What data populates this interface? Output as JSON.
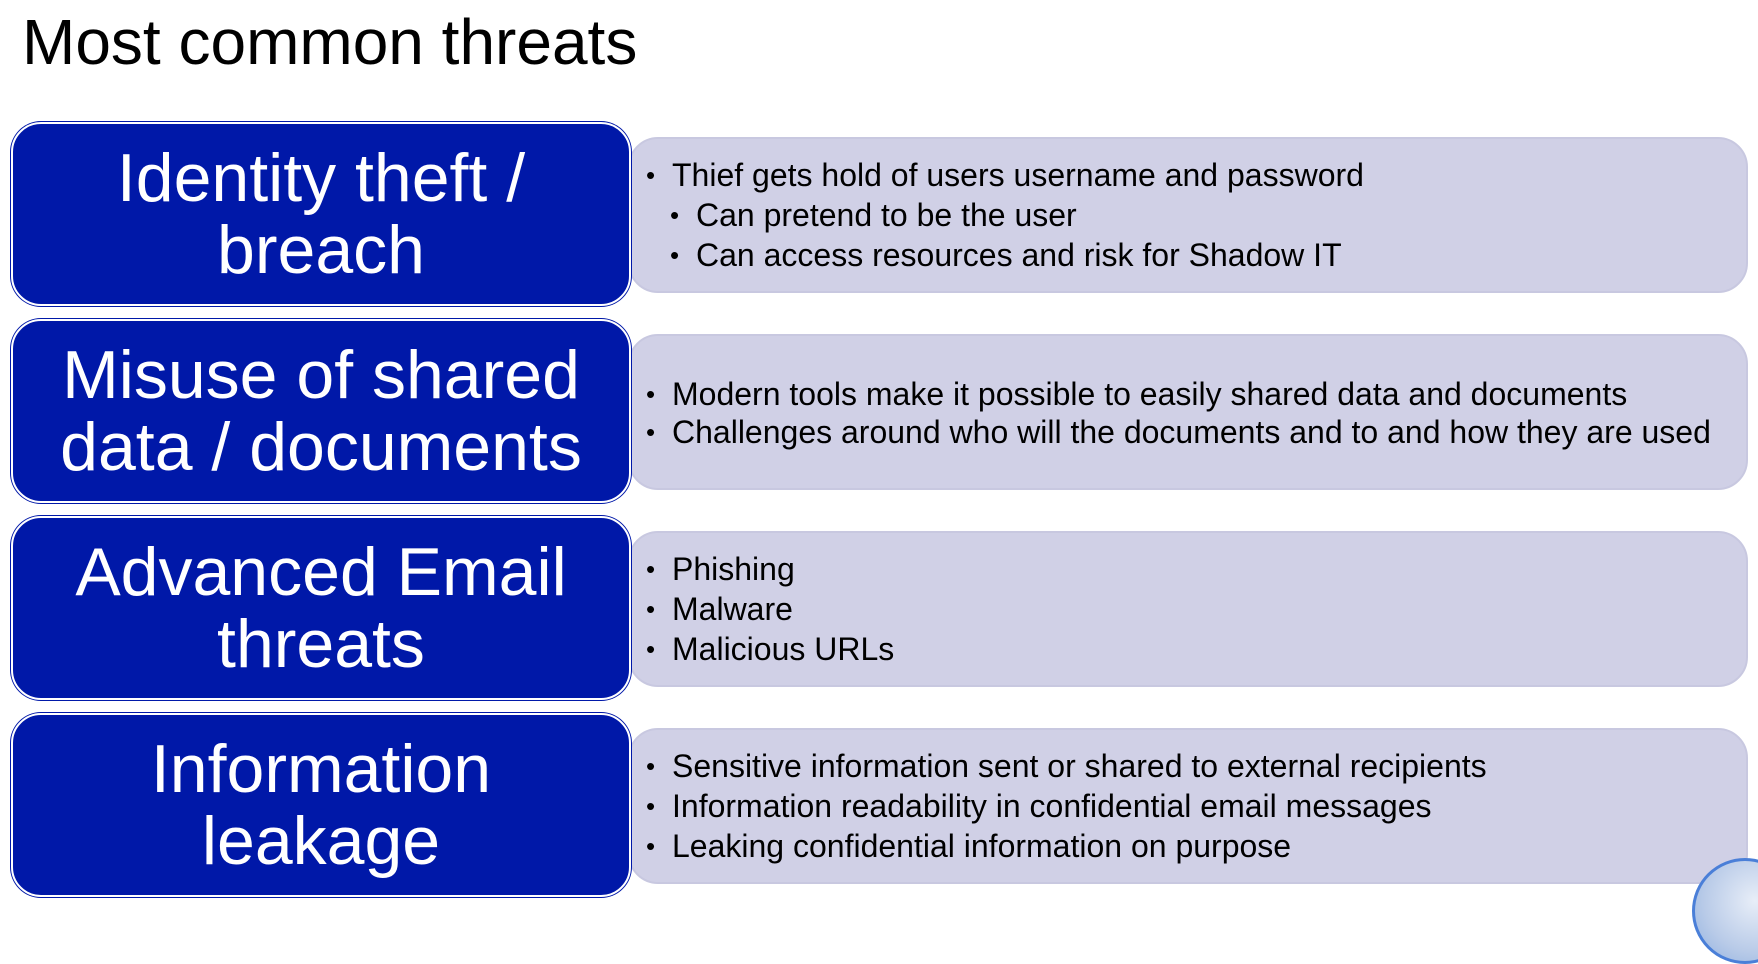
{
  "slide": {
    "title": "Most common threats",
    "colors": {
      "header_box": "#0018a8",
      "detail_box": "#d0d0e6",
      "header_text": "#ffffff",
      "detail_text": "#000000"
    },
    "threats": [
      {
        "heading_line1": "Identity theft /",
        "heading_line2": "breach",
        "bullets": [
          {
            "text": "Thief gets hold of users username and password",
            "level": 1
          },
          {
            "text": "Can pretend to be the user",
            "level": 2
          },
          {
            "text": "Can access resources and risk for Shadow IT",
            "level": 2
          }
        ]
      },
      {
        "heading_line1": "Misuse of shared",
        "heading_line2": "data / documents",
        "bullets": [
          {
            "text": "Modern tools make it possible to easily shared data and documents",
            "level": 1
          },
          {
            "text": "Challenges around who will the documents and to and how they are used",
            "level": 1
          }
        ]
      },
      {
        "heading_line1": "Advanced Email",
        "heading_line2": "threats",
        "bullets": [
          {
            "text": "Phishing",
            "level": 1
          },
          {
            "text": "Malware",
            "level": 1
          },
          {
            "text": "Malicious URLs",
            "level": 1
          }
        ]
      },
      {
        "heading_line1": "Information",
        "heading_line2": "leakage",
        "bullets": [
          {
            "text": "Sensitive information sent or shared to external recipients",
            "level": 1
          },
          {
            "text": "Information readability in confidential email messages",
            "level": 1
          },
          {
            "text": "Leaking confidential information on purpose",
            "level": 1
          }
        ]
      }
    ]
  }
}
